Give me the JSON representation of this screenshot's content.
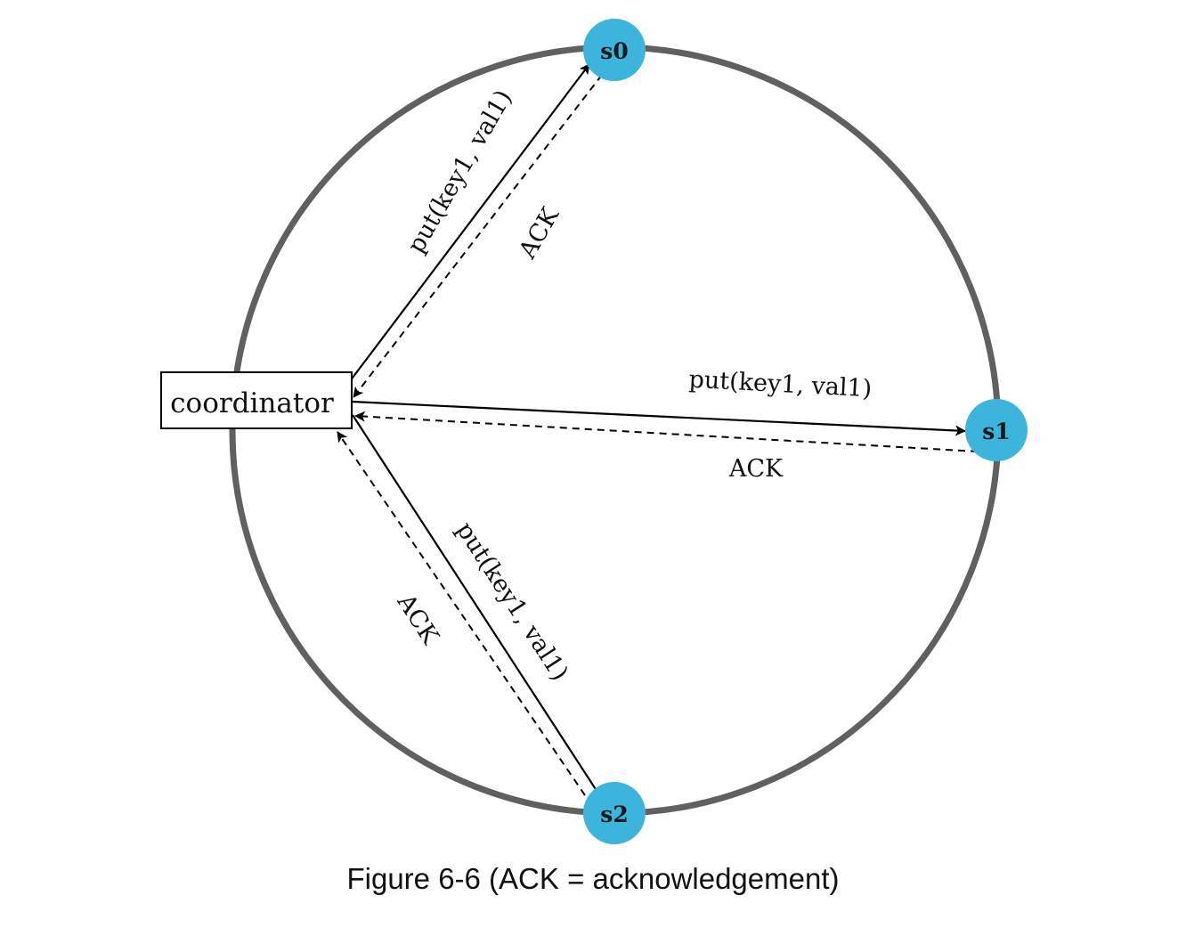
{
  "diagram": {
    "coordinator_label": "coordinator",
    "nodes": [
      {
        "id": "s0",
        "label": "s0"
      },
      {
        "id": "s1",
        "label": "s1"
      },
      {
        "id": "s2",
        "label": "s2"
      }
    ],
    "edges": [
      {
        "from": "coordinator",
        "to": "s0",
        "kind": "request",
        "label": "put(key1, val1)"
      },
      {
        "from": "s0",
        "to": "coordinator",
        "kind": "ack",
        "label": "ACK"
      },
      {
        "from": "coordinator",
        "to": "s1",
        "kind": "request",
        "label": "put(key1, val1)"
      },
      {
        "from": "s1",
        "to": "coordinator",
        "kind": "ack",
        "label": "ACK"
      },
      {
        "from": "coordinator",
        "to": "s2",
        "kind": "request",
        "label": "put(key1, val1)"
      },
      {
        "from": "s2",
        "to": "coordinator",
        "kind": "ack",
        "label": "ACK"
      }
    ],
    "colors": {
      "ring": "#606060",
      "node_fill": "#3db4dc",
      "arrow": "#000000"
    }
  },
  "caption": "Figure 6-6 (ACK = acknowledgement)"
}
